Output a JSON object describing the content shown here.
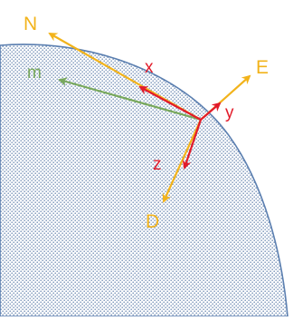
{
  "labels": {
    "north": "N",
    "east": "E",
    "down": "D",
    "x": "x",
    "y": "y",
    "z": "z",
    "m": "m"
  },
  "colors": {
    "background": "#ffffff",
    "earth_dots": "#7f98bb",
    "earth_edge": "#5b7fb0",
    "ned_axes": "#f2b31b",
    "body_axes": "#e21b2a",
    "magnetic_vector": "#78a85c",
    "label_ned": "#f2b31b",
    "label_body": "#e21b2a",
    "label_m": "#78a85c"
  }
}
